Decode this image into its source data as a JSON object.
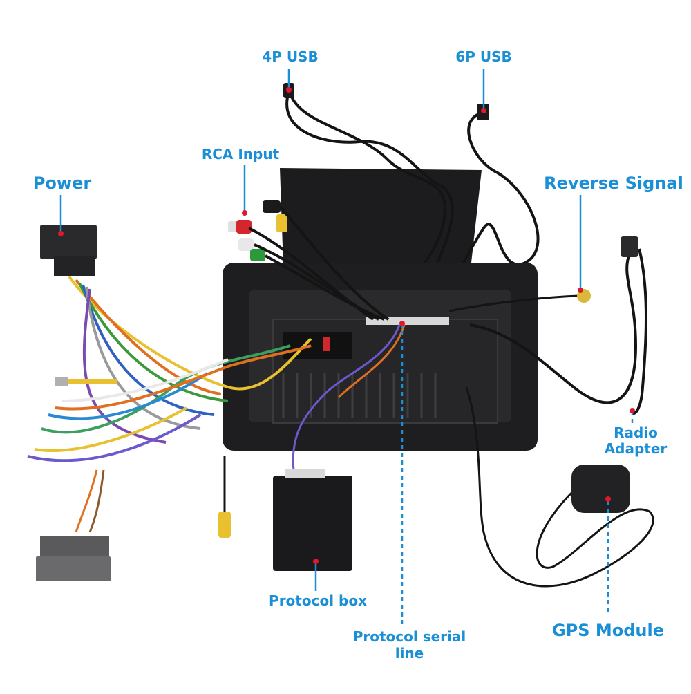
{
  "labels": {
    "usb4p": "4P USB",
    "usb6p": "6P USB",
    "rca_input": "RCA Input",
    "power": "Power",
    "reverse_signal": "Reverse Signal",
    "radio_adapter_line1": "Radio",
    "radio_adapter_line2": "Adapter",
    "protocol_box": "Protocol box",
    "protocol_serial_line1": "Protocol serial",
    "protocol_serial_line2": "line",
    "gps_module": "GPS Module"
  },
  "colors": {
    "label": "#1a8fd6",
    "marker": "#e0182d",
    "leader": "#1a8fd6",
    "unit_body": "#1e1e20",
    "cable": "#141414"
  },
  "icons": [
    "car-stereo-unit",
    "usb-cable",
    "rca-plugs",
    "power-harness",
    "gps-antenna",
    "protocol-box",
    "radio-adapter-cable"
  ]
}
